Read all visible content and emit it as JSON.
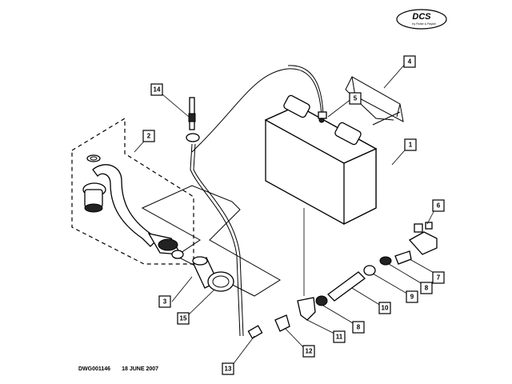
{
  "logo": {
    "mark": "DCS",
    "tagline": "by Fisher & Paykel"
  },
  "footer": {
    "drawing_number": "DWG001146",
    "date": "18 JUNE 2007"
  },
  "callouts": [
    {
      "id": "1",
      "label": "1"
    },
    {
      "id": "2",
      "label": "2"
    },
    {
      "id": "3",
      "label": "3"
    },
    {
      "id": "4",
      "label": "4"
    },
    {
      "id": "5",
      "label": "5"
    },
    {
      "id": "6",
      "label": "6"
    },
    {
      "id": "7",
      "label": "7"
    },
    {
      "id": "8a",
      "label": "8"
    },
    {
      "id": "8b",
      "label": "8"
    },
    {
      "id": "9",
      "label": "9"
    },
    {
      "id": "10",
      "label": "10"
    },
    {
      "id": "11",
      "label": "11"
    },
    {
      "id": "12",
      "label": "12"
    },
    {
      "id": "13",
      "label": "13"
    },
    {
      "id": "14",
      "label": "14"
    },
    {
      "id": "15",
      "label": "15"
    }
  ]
}
